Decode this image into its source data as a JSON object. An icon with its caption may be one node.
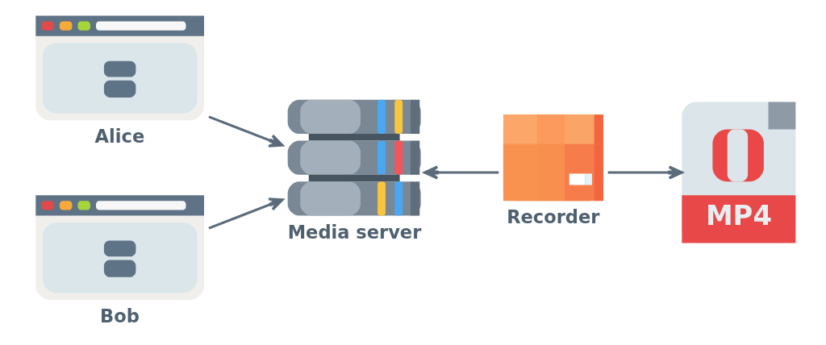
{
  "diagram": {
    "nodes": [
      {
        "text": [
          "Alice"
        ]
      },
      {
        "text": [
          "Bob"
        ]
      },
      {
        "text": [
          "Media server"
        ]
      },
      {
        "text": [
          "Recorder"
        ]
      },
      {
        "text": [
          "MP4"
        ]
      }
    ],
    "edges": [
      {
        "from": 0,
        "to": 2,
        "arrow": "to"
      },
      {
        "from": 1,
        "to": 2,
        "arrow": "to"
      },
      {
        "from": 3,
        "to": 2,
        "arrow": "to"
      },
      {
        "from": 3,
        "to": 4,
        "arrow": "to"
      }
    ]
  }
}
